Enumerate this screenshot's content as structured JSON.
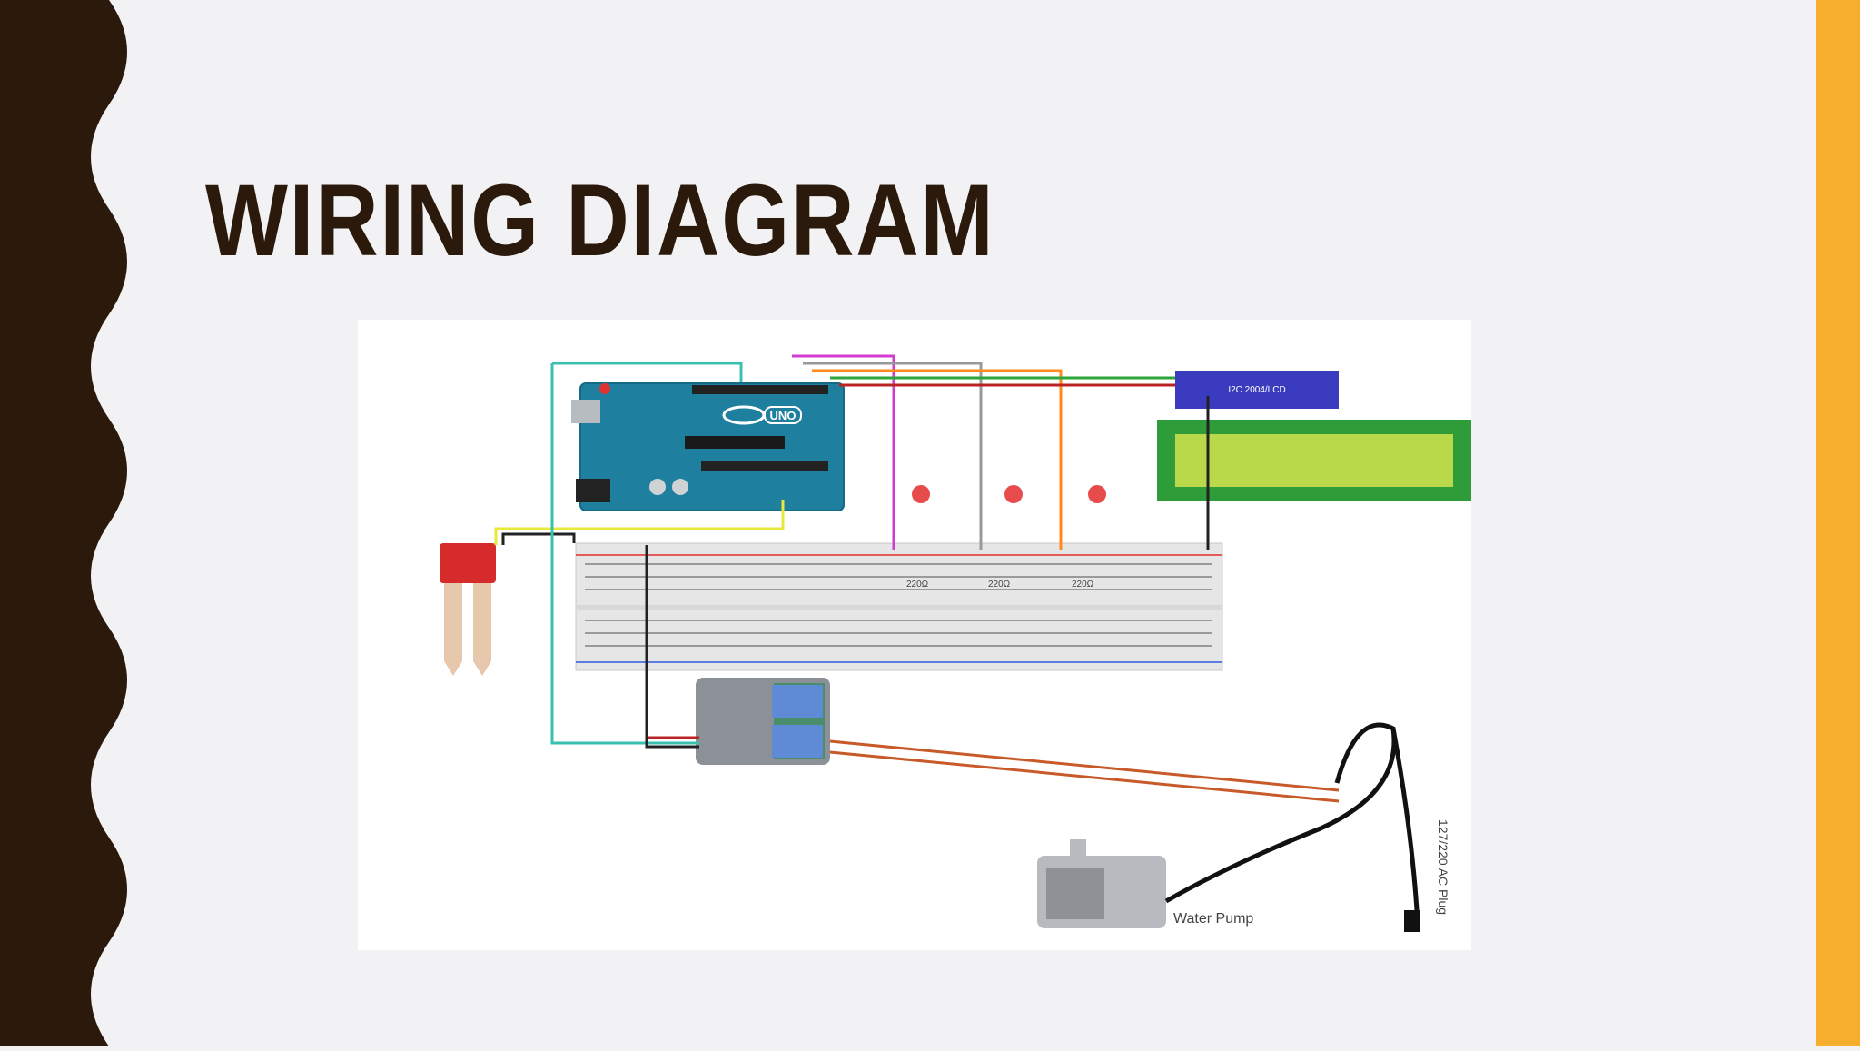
{
  "slide": {
    "title": "WIRING DIAGRAM",
    "colors": {
      "background": "#f2f2f4",
      "left_band": "#2b1a0c",
      "right_band": "#f7ae2c",
      "title": "#2b1a0c"
    }
  },
  "diagram": {
    "arduino_label": "UNO",
    "lcd_driver_label": "I2C 2004/LCD",
    "pump_label": "Water Pump",
    "plug_label": "127/220 AC Plug",
    "resistor_labels": [
      "220Ω",
      "220Ω",
      "220Ω"
    ]
  }
}
